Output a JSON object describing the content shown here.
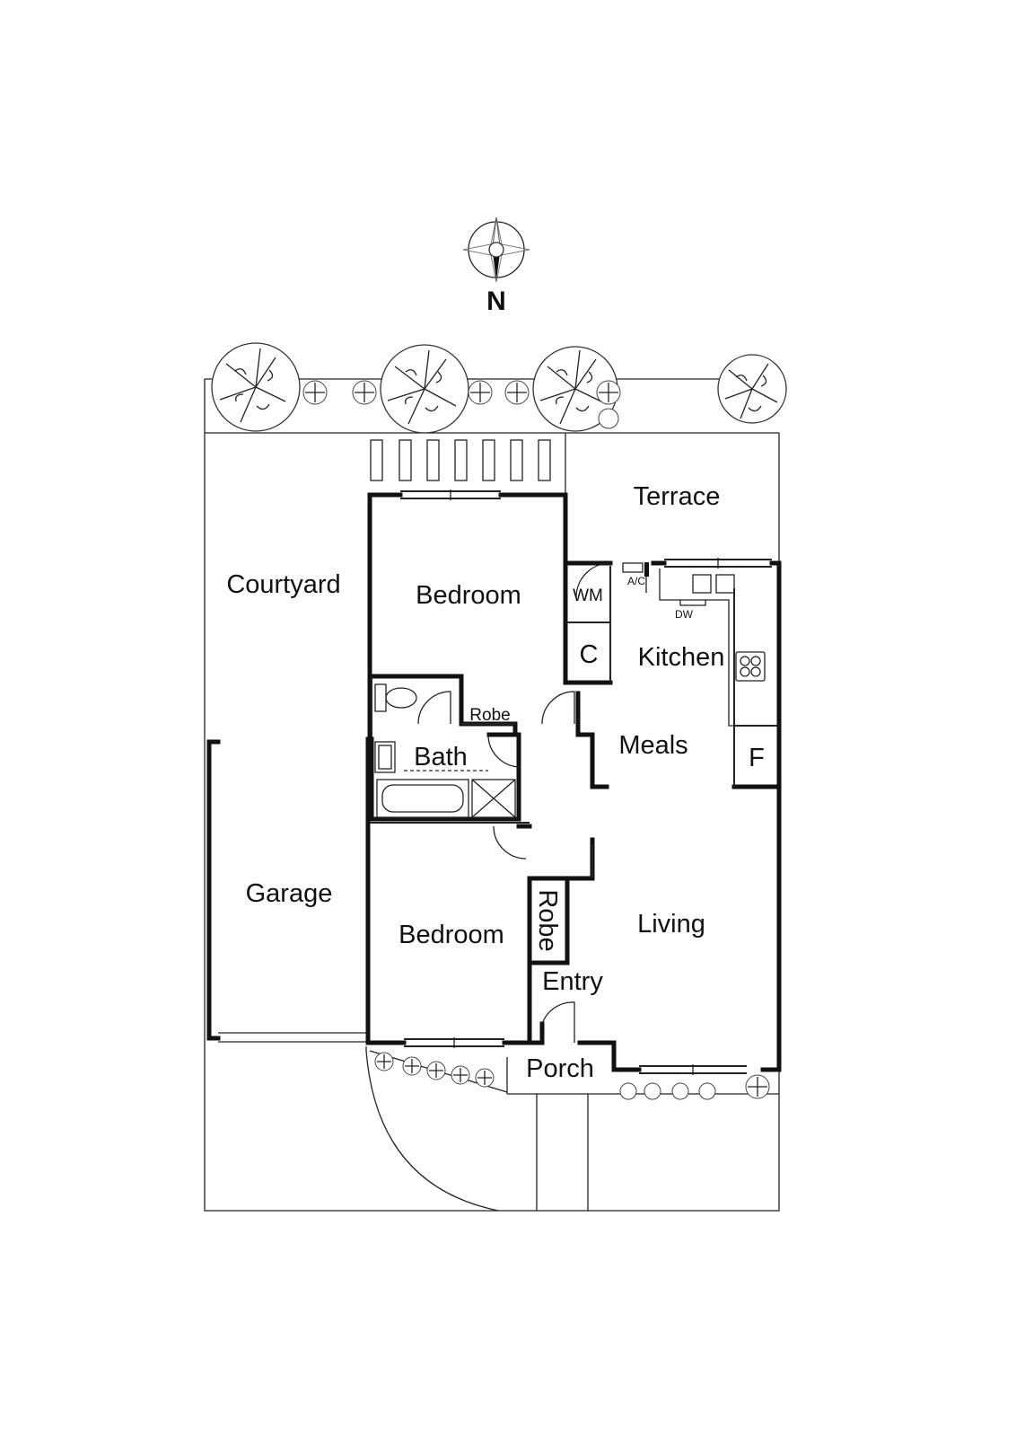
{
  "compass": {
    "label": "N"
  },
  "rooms": {
    "terrace": "Terrace",
    "courtyard": "Courtyard",
    "bedroom_north": "Bedroom",
    "wm": "WM",
    "cupboard": "C",
    "ac": "A/C",
    "dw": "DW",
    "kitchen": "Kitchen",
    "robe_north": "Robe",
    "bath": "Bath",
    "meals": "Meals",
    "fridge": "F",
    "garage": "Garage",
    "bedroom_south": "Bedroom",
    "robe_south": "Robe",
    "living": "Living",
    "entry": "Entry",
    "porch": "Porch"
  }
}
